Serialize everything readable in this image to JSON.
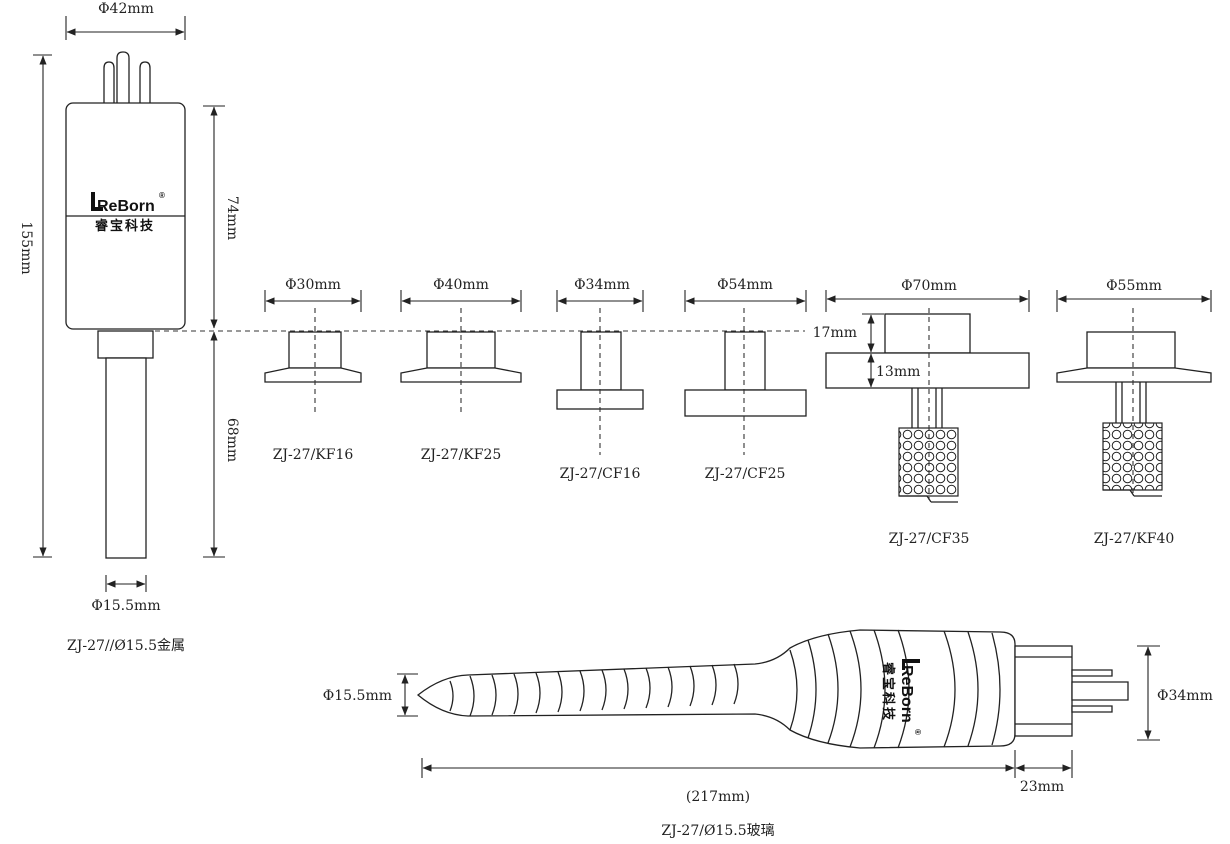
{
  "metal_gauge": {
    "dia_top": "Φ42mm",
    "height_total": "155mm",
    "height_body": "74mm",
    "height_tube": "68mm",
    "dia_tube": "Φ15.5mm",
    "caption": "ZJ-27//Ø15.5金属",
    "brand_logo": "ReBorn",
    "brand_cn": "睿宝科技",
    "registered_mark": "®"
  },
  "flanges": [
    {
      "dia": "Φ30mm",
      "caption": "ZJ-27/KF16"
    },
    {
      "dia": "Φ40mm",
      "caption": "ZJ-27/KF25"
    },
    {
      "dia": "Φ34mm",
      "caption": "ZJ-27/CF16"
    },
    {
      "dia": "Φ54mm",
      "caption": "ZJ-27/CF25"
    },
    {
      "dia": "Φ70mm",
      "caption": "ZJ-27/CF35",
      "dim_upper": "17mm",
      "dim_lower": "13mm"
    },
    {
      "dia": "Φ55mm",
      "caption": "ZJ-27/KF40"
    }
  ],
  "glass_gauge": {
    "dia_tip": "Φ15.5mm",
    "dia_base": "Φ34mm",
    "length_main": "(217mm)",
    "length_base": "23mm",
    "caption": "ZJ-27/Ø15.5玻璃",
    "brand_logo": "ReBorn",
    "brand_cn": "睿宝科技",
    "registered_mark": "®"
  },
  "colors": {
    "line": "#222222",
    "background": "#ffffff"
  }
}
